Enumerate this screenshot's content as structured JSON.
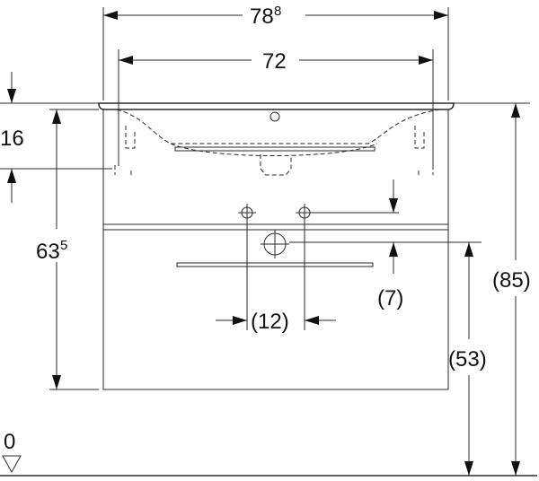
{
  "dimensions": {
    "total_width": {
      "main": "78",
      "sup": "8"
    },
    "basin_width": "72",
    "basin_height": "16",
    "cabinet_height": {
      "main": "63",
      "sup": "5"
    },
    "overall_height": "(85)",
    "floor_to_cabinet": "(53)",
    "drain_offset": "(7)",
    "tap_spacing": "(12)",
    "floor_level": "0"
  },
  "colors": {
    "line": "#2a2a2a",
    "background": "#ffffff"
  }
}
